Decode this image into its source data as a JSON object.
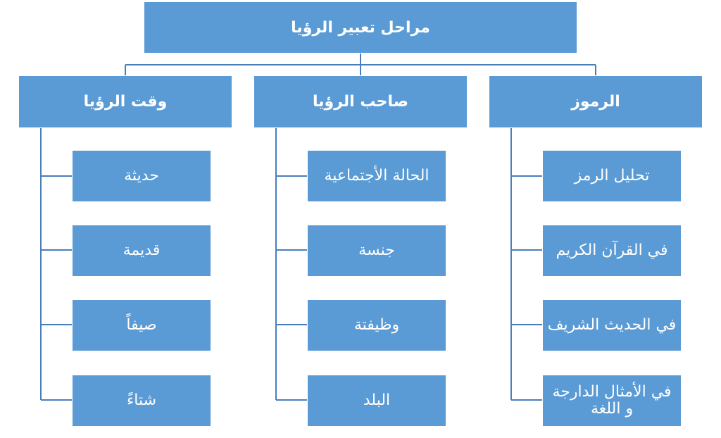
{
  "root": {
    "label": "مراحل تعبير الرؤيا"
  },
  "branches": [
    {
      "label": "الرموز",
      "children": [
        "تحليل الرمز",
        "في القرآن الكريم",
        "في الحديث الشريف",
        "في الأمثال الدارجة و اللغة"
      ]
    },
    {
      "label": "صاحب الرؤيا",
      "children": [
        "الحالة الأجتماعية",
        "جنسة",
        "وظيفتة",
        "البلد"
      ]
    },
    {
      "label": "وقت الرؤيا",
      "children": [
        "حديثة",
        "قديمة",
        "صيفاً",
        "شتاءً"
      ]
    }
  ],
  "colors": {
    "box_fill": "#5b9bd5",
    "connector": "#4a7ebb",
    "text": "#ffffff"
  }
}
